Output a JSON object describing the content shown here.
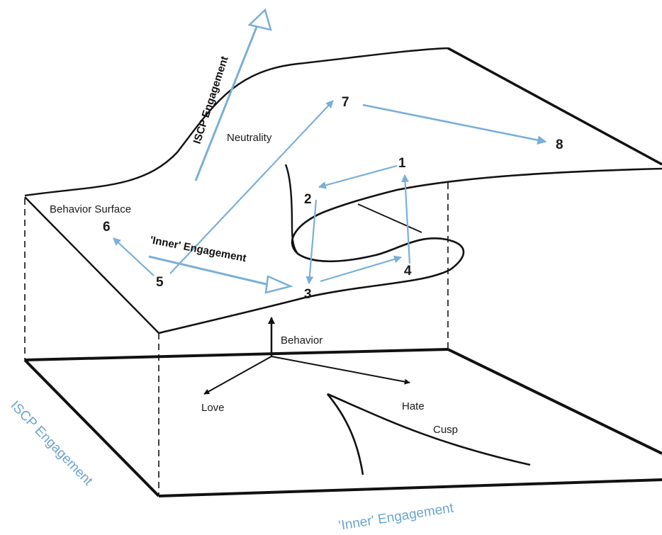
{
  "labels": {
    "neutrality": "Neutrality",
    "behavior_surface": "Behavior Surface",
    "iscp_engagement_surface": "ISCP Engagement",
    "inner_engagement_surface": "'Inner' Engagement",
    "behavior": "Behavior",
    "love": "Love",
    "hate": "Hate",
    "cusp": "Cusp",
    "iscp_engagement_axis": "ISCP Engagement",
    "inner_engagement_axis": "'Inner' Engagement"
  },
  "points": {
    "p1": "1",
    "p2": "2",
    "p3": "3",
    "p4": "4",
    "p5": "5",
    "p6": "6",
    "p7": "7",
    "p8": "8"
  },
  "colors": {
    "arrow_blue": "#7aafd6",
    "axis_text_blue": "#6aa5cf",
    "line_black": "#111111"
  }
}
